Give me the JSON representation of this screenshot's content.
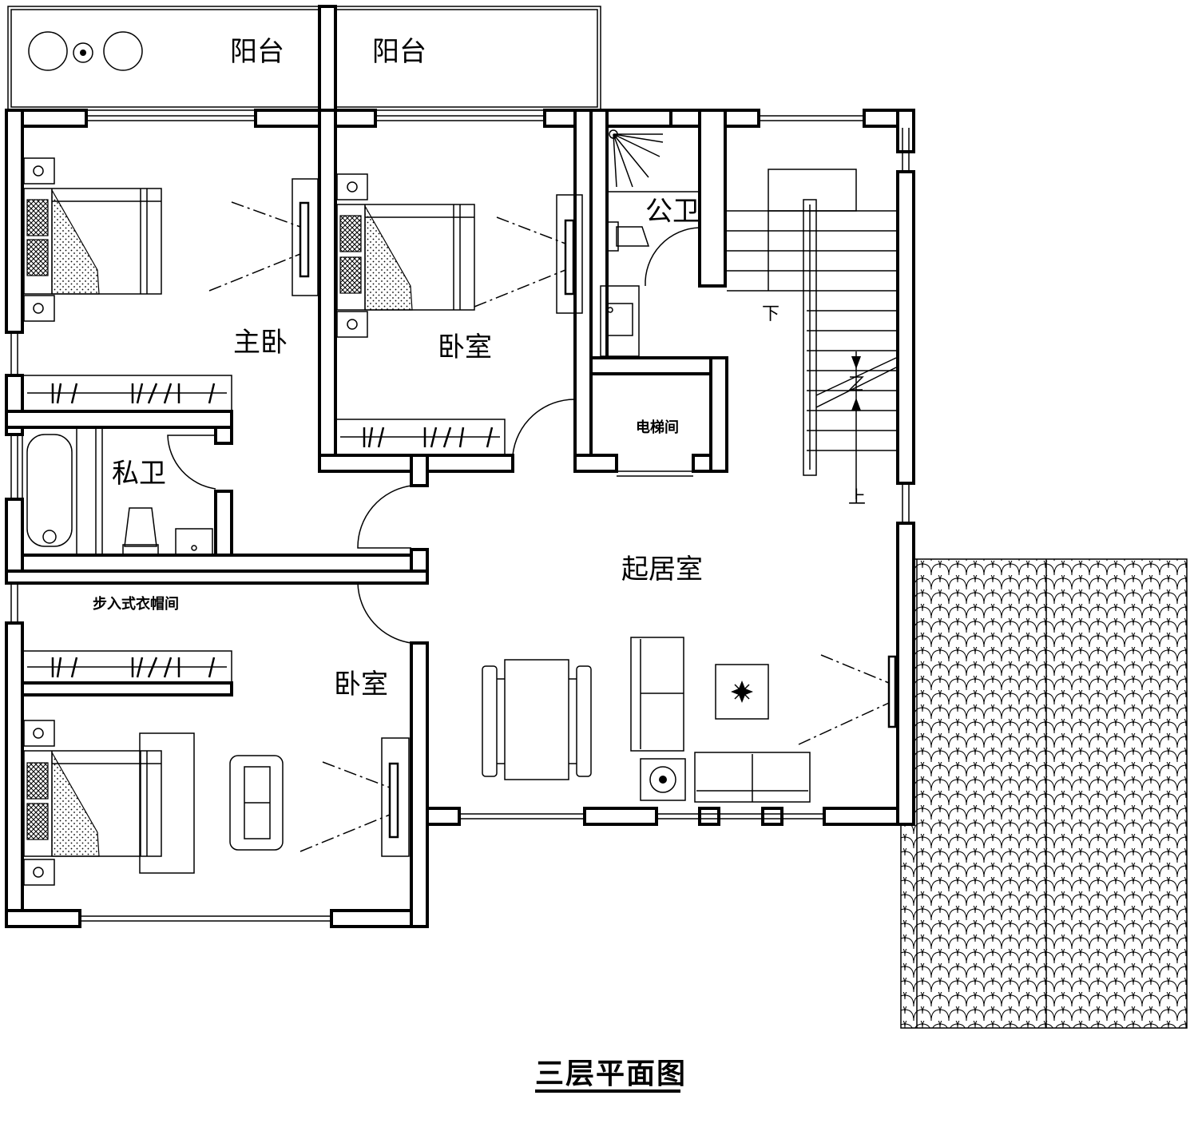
{
  "drawing": {
    "title": "三层平面图",
    "line_color": "#000000",
    "background": "#ffffff"
  },
  "rooms": {
    "balcony_left": "阳台",
    "balcony_right": "阳台",
    "master_bedroom": "主卧",
    "bedroom_top": "卧室",
    "public_bath": "公卫",
    "elevator": "电梯间",
    "private_bath": "私卫",
    "walk_in_closet": "步入式衣帽间",
    "living_room": "起居室",
    "bedroom_bottom": "卧室"
  },
  "stairs": {
    "down": "下",
    "up": "上"
  },
  "icons": {
    "compass": "compass-rose-icon",
    "roof": "roof-tile-pattern"
  }
}
